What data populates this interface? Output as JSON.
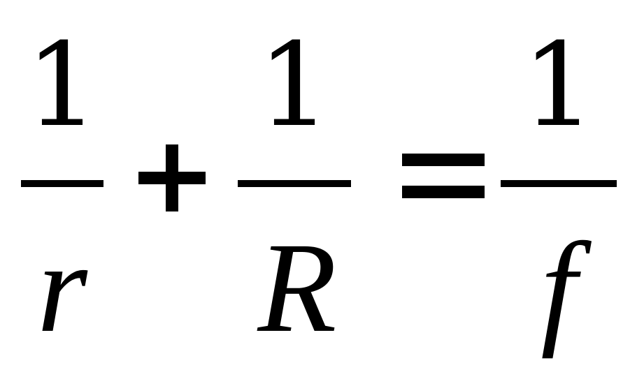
{
  "equation": {
    "term1": {
      "numerator": "1",
      "denominator": "r"
    },
    "plus": "+",
    "term2": {
      "numerator": "1",
      "denominator": "R"
    },
    "equals": "=",
    "term3": {
      "numerator": "1",
      "denominator": "f"
    }
  }
}
